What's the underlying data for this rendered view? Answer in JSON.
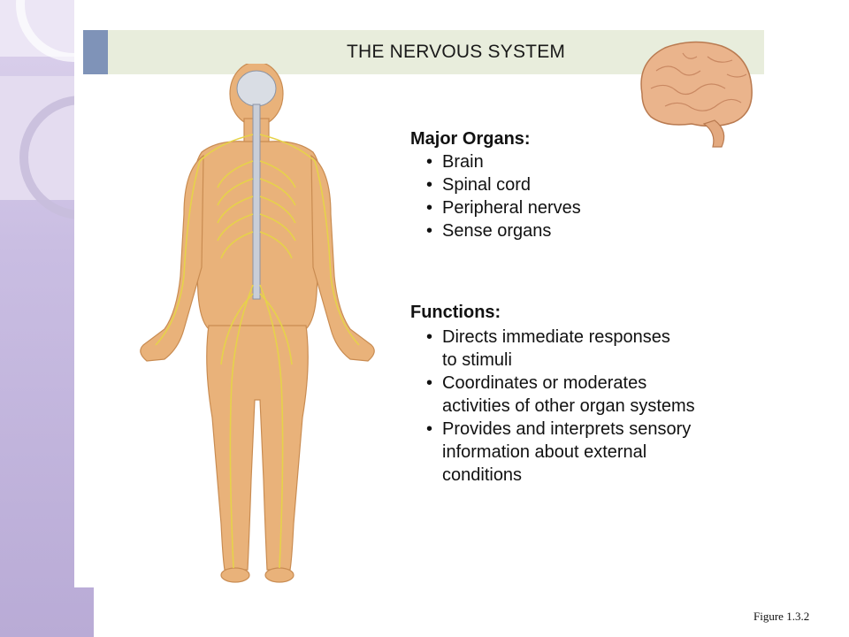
{
  "slide": {
    "title": "THE NERVOUS SYSTEM",
    "major_organs": {
      "heading": "Major Organs:",
      "items": [
        "Brain",
        "Spinal cord",
        "Peripheral nerves",
        "Sense organs"
      ]
    },
    "functions": {
      "heading": "Functions:",
      "items": [
        {
          "line1": "Directs immediate responses",
          "line2": "to stimuli"
        },
        {
          "line1": "Coordinates or moderates",
          "line2": "activities of other organ systems"
        },
        {
          "line1": "Provides and interprets sensory",
          "line2": "information about external",
          "line3": "conditions"
        }
      ]
    },
    "caption": "Figure 1.3.2"
  },
  "colors": {
    "title_bar": "#e8eddc",
    "title_accent": "#7f93b8",
    "skin": "#e9b27a",
    "nerve": "#e6d24a",
    "brain": "#eab48c",
    "band": "#c9bde2"
  },
  "icons": {
    "body": "human-nervous-system-illustration",
    "brain": "brain-illustration"
  }
}
